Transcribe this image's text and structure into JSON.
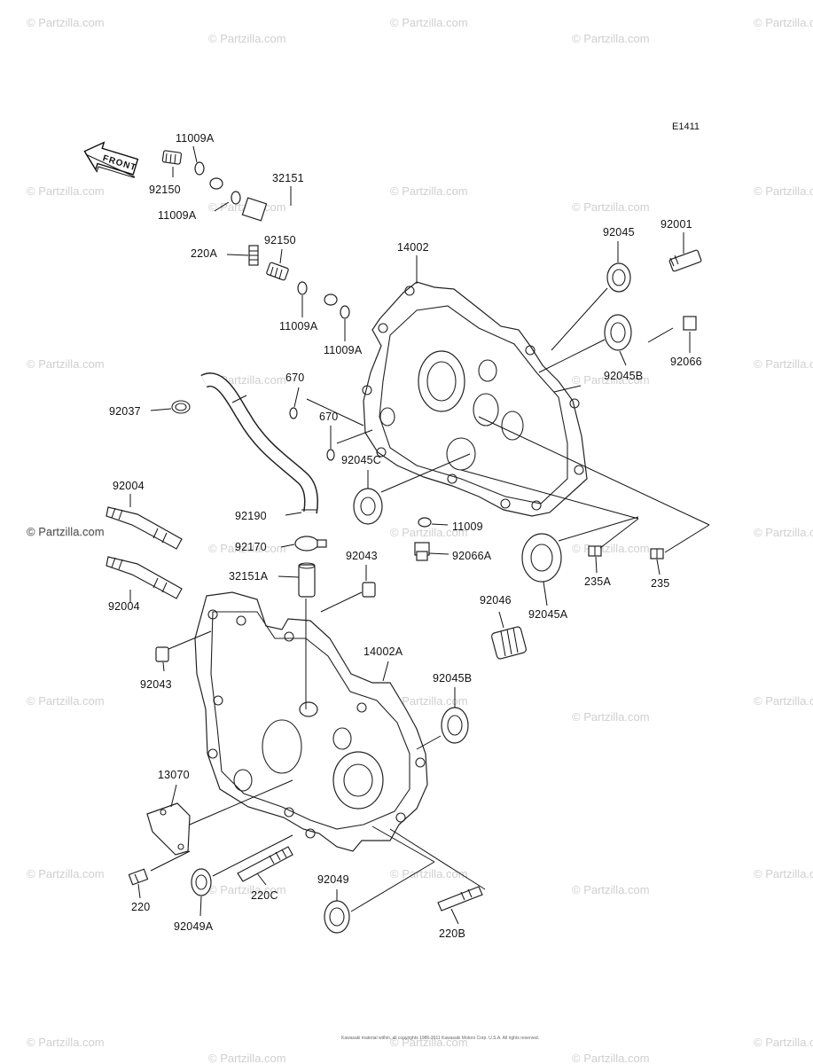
{
  "diagram": {
    "code": "E1411",
    "front_label": "FRONT",
    "watermark_text": "© Partzilla.com",
    "footer_text": "Kawasaki material within, all copyrights 1986-2011 Kawasaki Motors Corp. U.S.A. All rights reserved.",
    "labels": [
      "11009A",
      "92150",
      "11009A",
      "32151",
      "220A",
      "92150",
      "11009A",
      "11009A",
      "14002",
      "92045",
      "92001",
      "92066",
      "92045B",
      "670",
      "670",
      "92045C",
      "92037",
      "92004",
      "92190",
      "92170",
      "11009",
      "92066A",
      "92004",
      "32151A",
      "92043",
      "235A",
      "235",
      "92046",
      "92045A",
      "92043",
      "14002A",
      "92045B",
      "13070",
      "220",
      "92049A",
      "220C",
      "92049",
      "220B"
    ]
  }
}
